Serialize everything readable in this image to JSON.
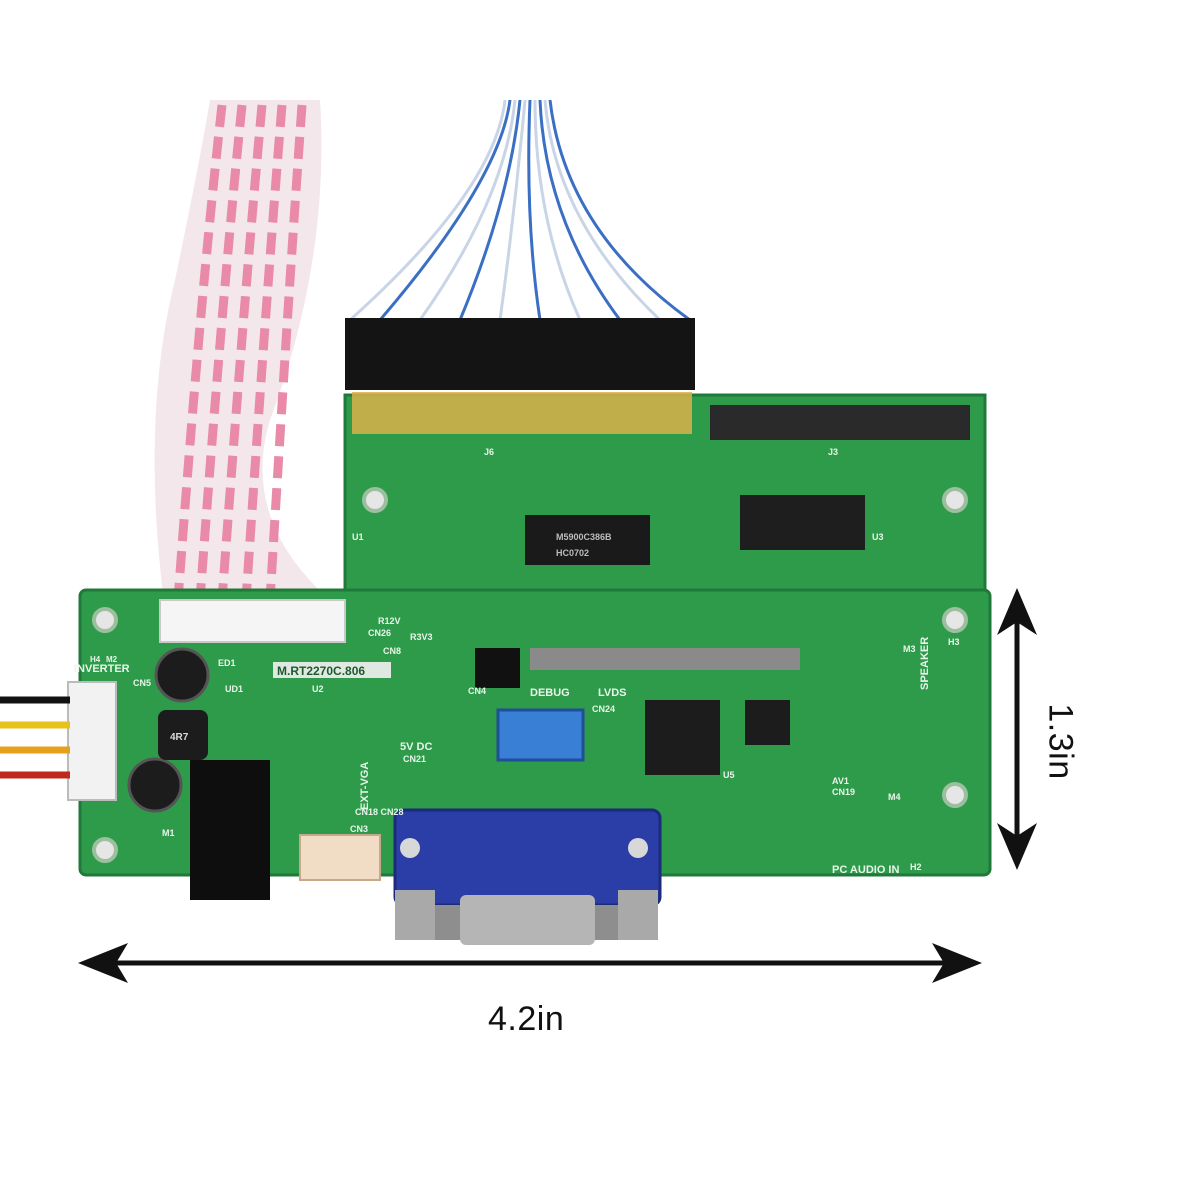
{
  "dimensions": {
    "width_label": "4.2in",
    "height_label": "1.3in"
  },
  "silkscreen": {
    "model": "M.RT2270C.806",
    "inverter": "INVERTER",
    "debug": "DEBUG",
    "lvds": "LVDS",
    "five_v_dc": "5V DC",
    "ext_vga": "EXT-VGA",
    "speaker": "SPEAKER",
    "pc_audio_in": "PC AUDIO IN",
    "cn26": "CN26",
    "cn8": "CN8",
    "cn4": "CN4",
    "cn21": "CN21",
    "cn24": "CN24",
    "cn3": "CN3",
    "cn18_cn28": "CN18 CN28",
    "cn19": "CN19",
    "cn5": "CN5",
    "av1": "AV1",
    "r12v": "R12V",
    "r3v3": "R3V3",
    "ed1": "ED1",
    "ud1": "UD1",
    "u2": "U2",
    "u5": "U5",
    "u1": "U1",
    "u3": "U3",
    "j3": "J3",
    "j6": "J6",
    "h2": "H2",
    "h3": "H3",
    "h4": "H4",
    "m1": "M1",
    "m2": "M2",
    "m3": "M3",
    "m4": "M4",
    "chip_main": "M5900C386B",
    "chip_sub": "HC0702",
    "inductor": "4R7"
  },
  "colors": {
    "pcb": "#2e9b4a",
    "pcb_dark": "#1f7a39",
    "vga_blue": "#2b3ea8",
    "ribbon_pink": "#e98aa8",
    "wire_blue": "#3a6fc4"
  }
}
